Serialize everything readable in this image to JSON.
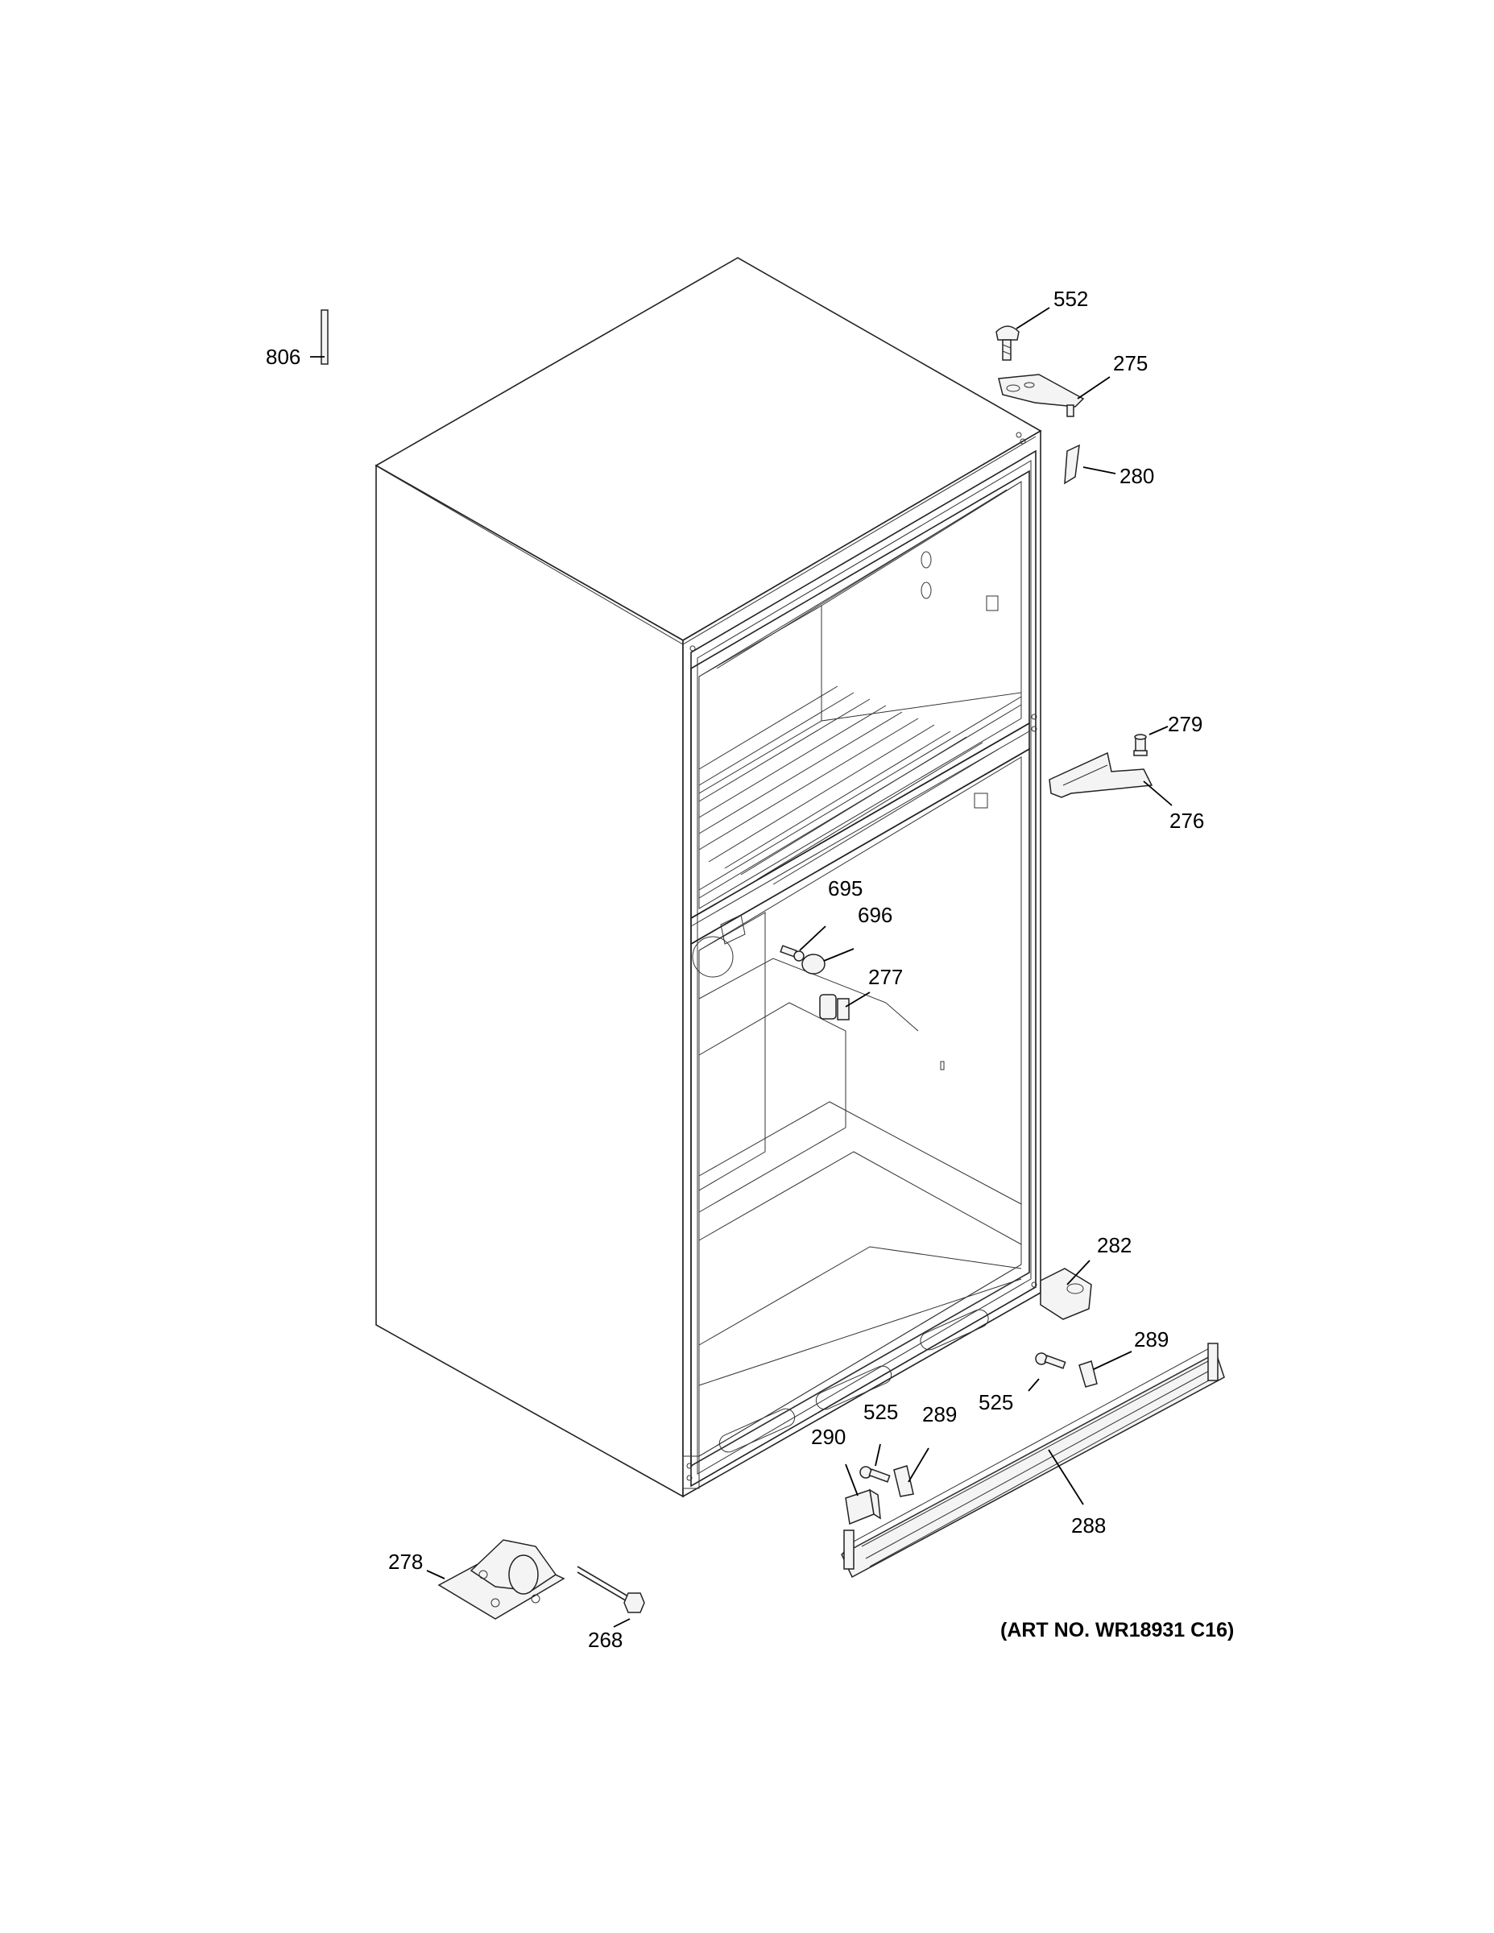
{
  "diagram": {
    "art_number": "(ART NO. WR18931 C16)",
    "callouts": [
      {
        "id": "552",
        "text": "552"
      },
      {
        "id": "275",
        "text": "275"
      },
      {
        "id": "280",
        "text": "280"
      },
      {
        "id": "806",
        "text": "806"
      },
      {
        "id": "279",
        "text": "279"
      },
      {
        "id": "276",
        "text": "276"
      },
      {
        "id": "695",
        "text": "695"
      },
      {
        "id": "696",
        "text": "696"
      },
      {
        "id": "277",
        "text": "277"
      },
      {
        "id": "282",
        "text": "282"
      },
      {
        "id": "289a",
        "text": "289"
      },
      {
        "id": "525a",
        "text": "525"
      },
      {
        "id": "525b",
        "text": "525"
      },
      {
        "id": "289b",
        "text": "289"
      },
      {
        "id": "290",
        "text": "290"
      },
      {
        "id": "288",
        "text": "288"
      },
      {
        "id": "278",
        "text": "278"
      },
      {
        "id": "268",
        "text": "268"
      }
    ]
  }
}
